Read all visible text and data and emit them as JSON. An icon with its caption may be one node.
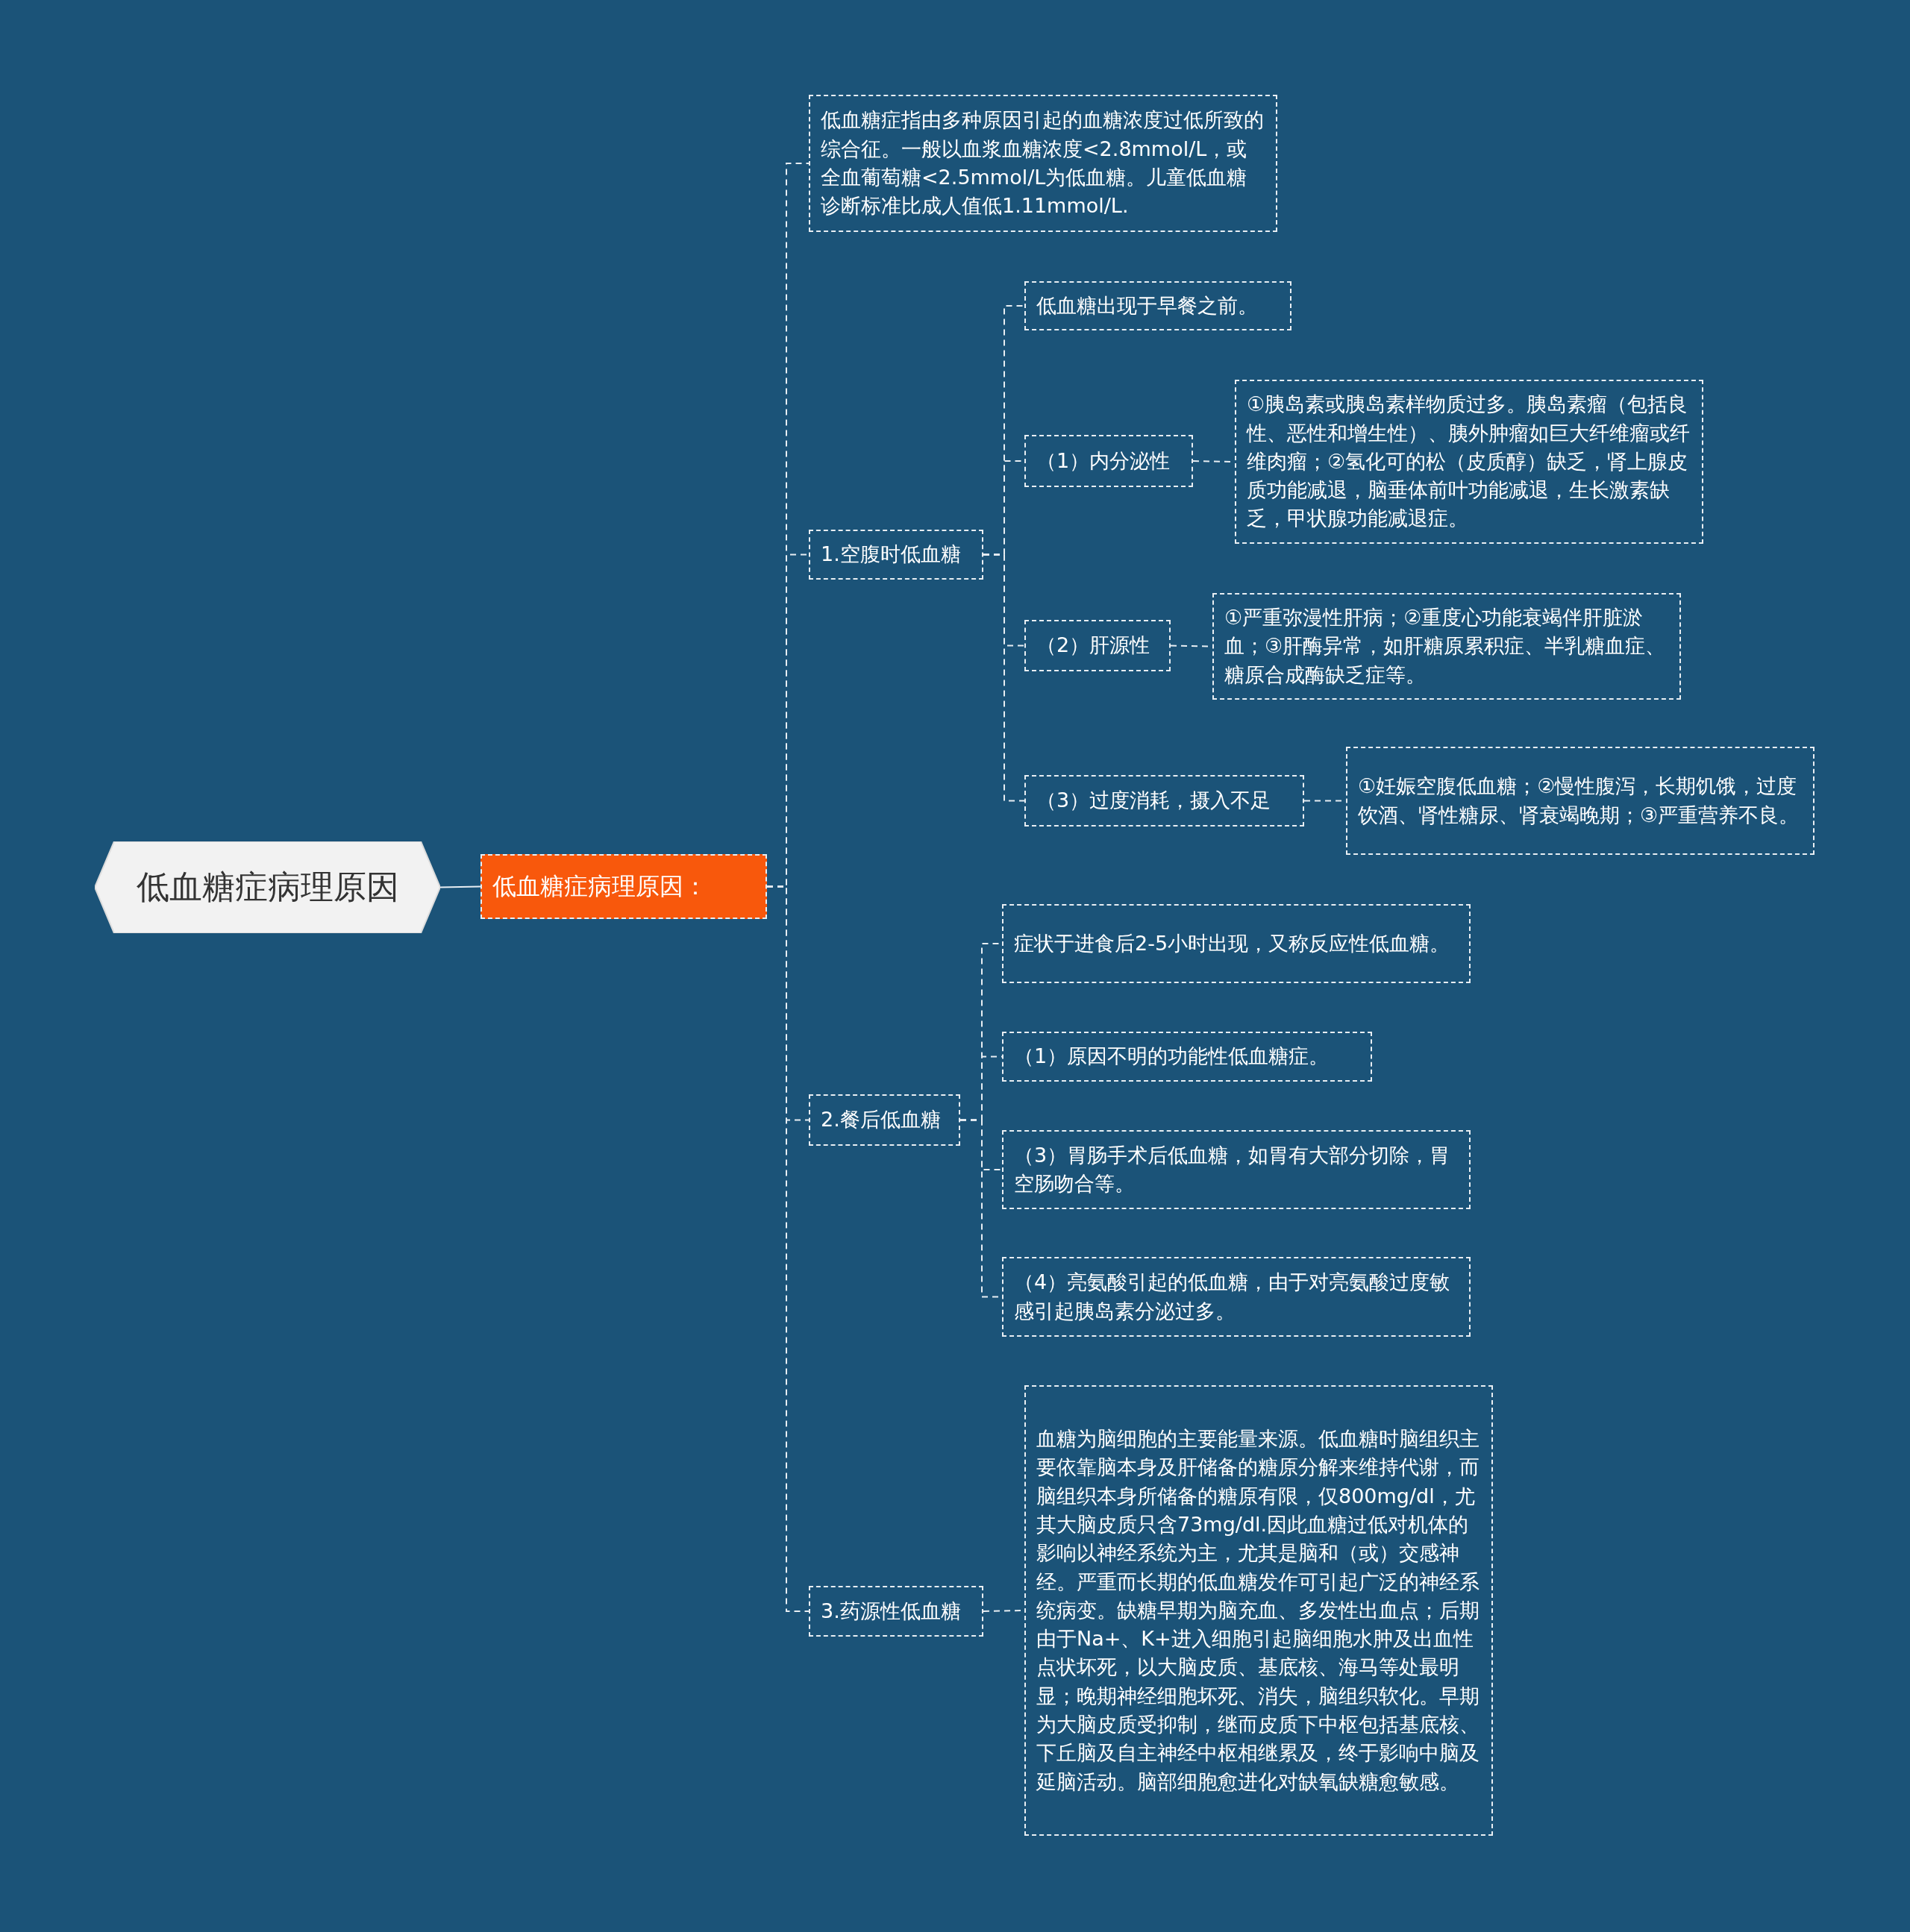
{
  "diagram": {
    "nodes": [
      {
        "text": [
          "低血糖症病理原因"
        ]
      },
      {
        "text": [
          "低血糖症病理原因："
        ]
      },
      {
        "text": [
          "低血糖症指由多种原因引起的血糖浓度过低所致的综合征。一般以血浆血糖浓度<2.8mmol/L，或全血葡萄糖<2.5mmol/L为低血糖。儿童低血糖诊断标准比成人值低1.11mmol/L."
        ]
      },
      {
        "text": [
          "1.空腹时低血糖"
        ]
      },
      {
        "text": [
          "低血糖出现于早餐之前。"
        ]
      },
      {
        "text": [
          "（1）内分泌性"
        ]
      },
      {
        "text": [
          "①胰岛素或胰岛素样物质过多。胰岛素瘤（包括良性、恶性和增生性）、胰外肿瘤如巨大纤维瘤或纤维肉瘤；②氢化可的松（皮质醇）缺乏，肾上腺皮质功能减退，脑垂体前叶功能减退，生长激素缺乏，甲状腺功能减退症。"
        ]
      },
      {
        "text": [
          "（2）肝源性"
        ]
      },
      {
        "text": [
          "①严重弥漫性肝病；②重度心功能衰竭伴肝脏淤血；③肝酶异常，如肝糖原累积症、半乳糖血症、糖原合成酶缺乏症等。"
        ]
      },
      {
        "text": [
          "（3）过度消耗，摄入不足"
        ]
      },
      {
        "text": [
          "①妊娠空腹低血糖；②慢性腹泻，长期饥饿，过度饮酒、肾性糖尿、肾衰竭晚期；③严重营养不良。"
        ]
      },
      {
        "text": [
          "2.餐后低血糖"
        ]
      },
      {
        "text": [
          "症状于进食后2-5小时出现，又称反应性低血糖。"
        ]
      },
      {
        "text": [
          "（1）原因不明的功能性低血糖症。"
        ]
      },
      {
        "text": [
          "（3）胃肠手术后低血糖，如胃有大部分切除，胃空肠吻合等。"
        ]
      },
      {
        "text": [
          "（4）亮氨酸引起的低血糖，由于对亮氨酸过度敏感引起胰岛素分泌过多。"
        ]
      },
      {
        "text": [
          "3.药源性低血糖"
        ]
      },
      {
        "text": [
          "血糖为脑细胞的主要能量来源。低血糖时脑组织主要依靠脑本身及肝储备的糖原分解来维持代谢，而脑组织本身所储备的糖原有限，仅800mg/dl，尤其大脑皮质只含73mg/dl.因此血糖过低对机体的影响以神经系统为主，尤其是脑和（或）交感神经。严重而长期的低血糖发作可引起广泛的神经系统病变。缺糖早期为脑充血、多发性出血点；后期由于Na+、K+进入细胞引起脑细胞水肿及出血性点状坏死，以大脑皮质、基底核、海马等处最明显；晚期神经细胞坏死、消失，脑组织软化。早期为大脑皮质受抑制，继而皮质下中枢包括基底核、下丘脑及自主神经中枢相继累及，终于影响中脑及延脑活动。脑部细胞愈进化对缺氧缺糖愈敏感。"
        ]
      }
    ],
    "edges": [
      {
        "from": 0,
        "to": 1,
        "arrow": "none"
      },
      {
        "from": 1,
        "to": 2,
        "arrow": "none",
        "style": "dashed"
      },
      {
        "from": 1,
        "to": 3,
        "arrow": "none",
        "style": "dashed"
      },
      {
        "from": 1,
        "to": 11,
        "arrow": "none",
        "style": "dashed"
      },
      {
        "from": 1,
        "to": 16,
        "arrow": "none",
        "style": "dashed"
      },
      {
        "from": 3,
        "to": 4,
        "arrow": "none",
        "style": "dashed"
      },
      {
        "from": 3,
        "to": 5,
        "arrow": "none",
        "style": "dashed"
      },
      {
        "from": 3,
        "to": 7,
        "arrow": "none",
        "style": "dashed"
      },
      {
        "from": 3,
        "to": 9,
        "arrow": "none",
        "style": "dashed"
      },
      {
        "from": 5,
        "to": 6,
        "arrow": "none",
        "style": "dashed"
      },
      {
        "from": 7,
        "to": 8,
        "arrow": "none",
        "style": "dashed"
      },
      {
        "from": 9,
        "to": 10,
        "arrow": "none",
        "style": "dashed"
      },
      {
        "from": 11,
        "to": 12,
        "arrow": "none",
        "style": "dashed"
      },
      {
        "from": 11,
        "to": 13,
        "arrow": "none",
        "style": "dashed"
      },
      {
        "from": 11,
        "to": 14,
        "arrow": "none",
        "style": "dashed"
      },
      {
        "from": 11,
        "to": 15,
        "arrow": "none",
        "style": "dashed"
      },
      {
        "from": 16,
        "to": 17,
        "arrow": "none",
        "style": "dashed"
      }
    ]
  }
}
